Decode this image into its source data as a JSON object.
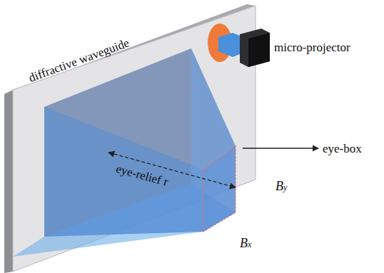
{
  "diagram": {
    "labels": [
      "diffractive waveguide",
      "micro-projector",
      "eye-box",
      "eye-relief r",
      "By",
      "Bx"
    ]
  }
}
